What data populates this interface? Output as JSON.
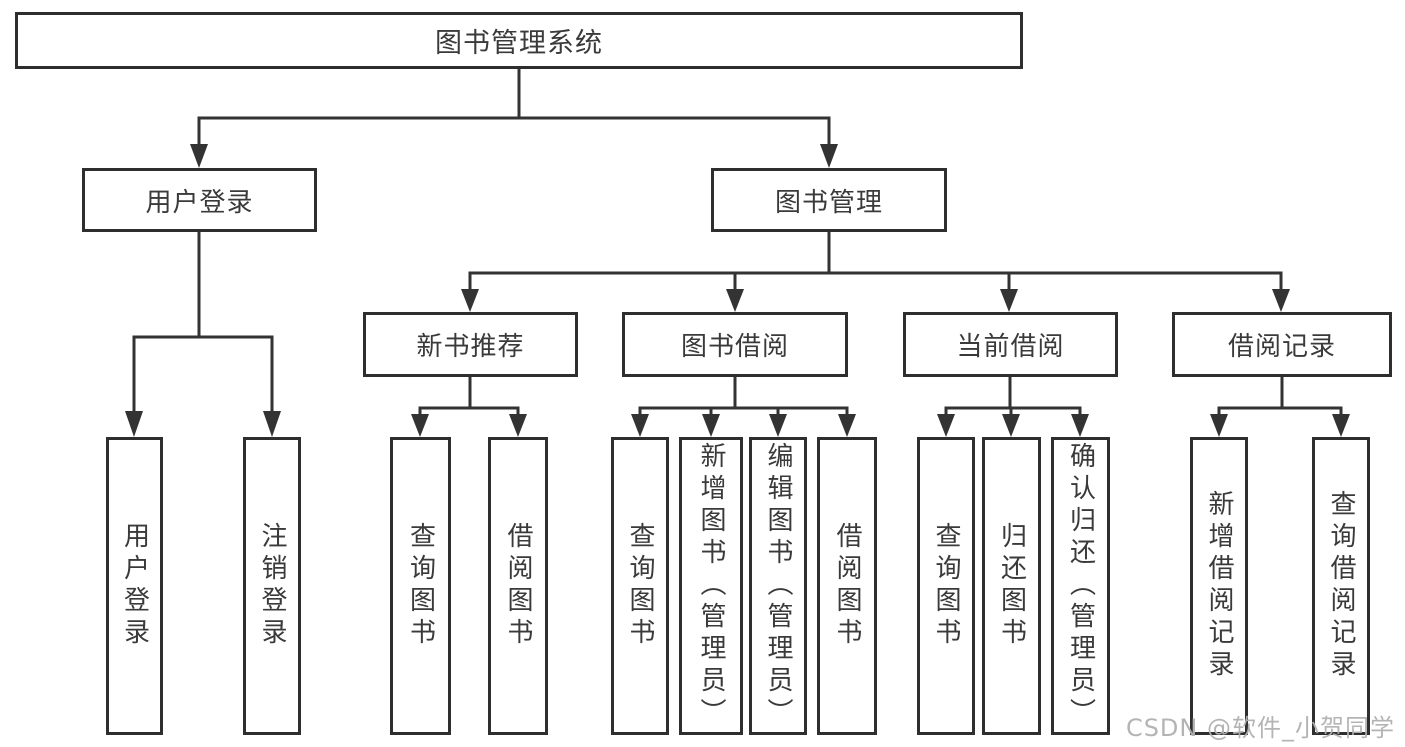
{
  "diagram": {
    "root": {
      "label": "图书管理系统"
    },
    "level2": {
      "user_login": {
        "label": "用户登录"
      },
      "book_mgmt": {
        "label": "图书管理"
      }
    },
    "level3": {
      "new_book_rec": {
        "label": "新书推荐"
      },
      "book_borrow": {
        "label": "图书借阅"
      },
      "current_borrow": {
        "label": "当前借阅"
      },
      "borrow_records": {
        "label": "借阅记录"
      }
    },
    "level4": {
      "user_login_children": [
        {
          "label": "用户登录"
        },
        {
          "label": "注销登录"
        }
      ],
      "new_book_rec_children": [
        {
          "label": "查询图书"
        },
        {
          "label": "借阅图书"
        }
      ],
      "book_borrow_children": [
        {
          "label": "查询图书"
        },
        {
          "label": "新增图书（管理员）"
        },
        {
          "label": "编辑图书（管理员）"
        },
        {
          "label": "借阅图书"
        }
      ],
      "current_borrow_children": [
        {
          "label": "查询图书"
        },
        {
          "label": "归还图书"
        },
        {
          "label": "确认归还（管理员）"
        }
      ],
      "borrow_records_children": [
        {
          "label": "新增借阅记录"
        },
        {
          "label": "查询借阅记录"
        }
      ]
    },
    "colors": {
      "line": "#333333",
      "box_border": "#2e2e2e",
      "text": "#3a3a3a",
      "watermark": "#b0b0b0",
      "background": "#ffffff"
    }
  },
  "watermark": {
    "text": "CSDN @软件_小贺同学"
  }
}
